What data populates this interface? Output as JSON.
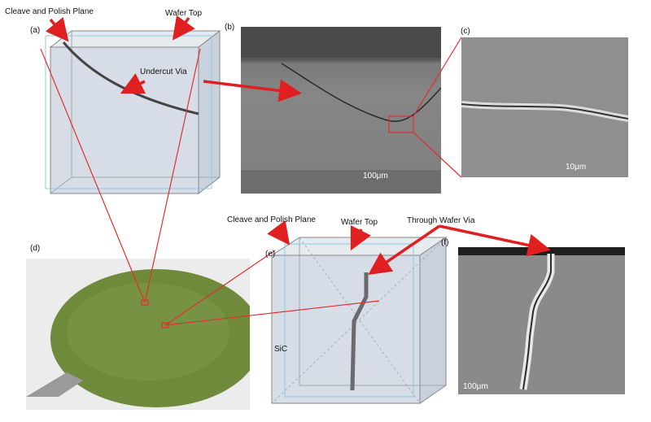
{
  "labels": {
    "a": "(a)",
    "b": "(b)",
    "c": "(c)",
    "d": "(d)",
    "e": "(e)",
    "f": "(f)"
  },
  "annotations": {
    "cleave_top": "Cleave and Polish Plane",
    "wafer_top_top": "Wafer Top",
    "undercut_via": "Undercut Via",
    "cleave_bottom": "Cleave and Polish Plane",
    "wafer_top_bottom": "Wafer Top",
    "through_wafer_via": "Through Wafer Via",
    "sic": "SiC"
  },
  "scalebars": {
    "b": "100μm",
    "c": "10μm",
    "f": "100μm"
  },
  "colors": {
    "arrow": "#e02020",
    "callout_line": "#e03030",
    "cube_fill": "#d6dde6",
    "plane_line": "#8ec9e6",
    "wafer": "#6f8a3a"
  }
}
